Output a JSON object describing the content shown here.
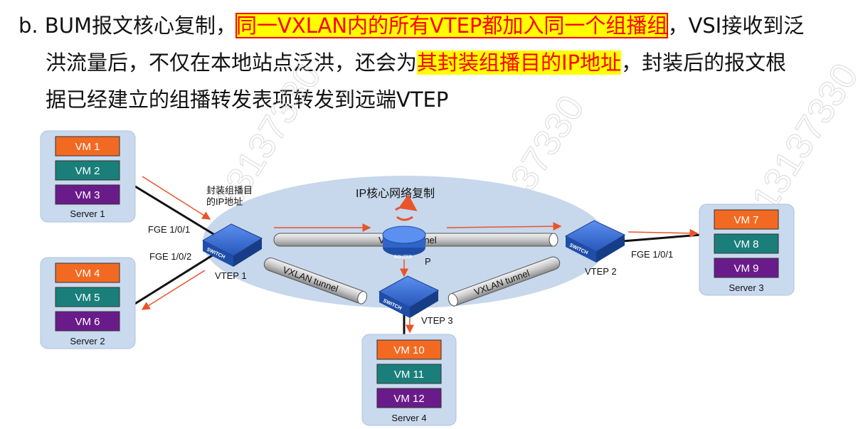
{
  "text": {
    "prefix": "b. BUM报文核心复制，",
    "hl1": "同一VXLAN内的所有VTEP都加入同一个组播组",
    "mid1": "，VSI接收到泛",
    "line2a": "洪流量后，不仅在本地站点泛洪，还会为",
    "hl2": "其封装组播目的IP地址",
    "line2b": "，封装后的报文根",
    "line3": "据已经建立的组播转发表项转发到远端VTEP"
  },
  "diagram": {
    "core_label": "IP核心网络复制",
    "encap_label_1": "封装组播目",
    "encap_label_2": "的IP地址",
    "router_text": "ROUTER",
    "router_node": "P",
    "tunnel_label": "VXLAN tunnel",
    "switch_text": "SWITCH",
    "ports": {
      "fge1": "FGE 1/0/1",
      "fge2": "FGE 1/0/2",
      "fge_v2": "FGE 1/0/1"
    },
    "vteps": {
      "v1": "VTEP 1",
      "v2": "VTEP 2",
      "v3": "VTEP 3"
    },
    "servers": [
      {
        "name": "Server 1",
        "vms": [
          "VM 1",
          "VM 2",
          "VM 3"
        ]
      },
      {
        "name": "Server 2",
        "vms": [
          "VM 4",
          "VM 5",
          "VM 6"
        ]
      },
      {
        "name": "Server 3",
        "vms": [
          "VM 7",
          "VM 8",
          "VM 9"
        ]
      },
      {
        "name": "Server 4",
        "vms": [
          "VM 10",
          "VM 11",
          "VM 12"
        ]
      }
    ],
    "watermark": "13137330"
  },
  "colors": {
    "highlight_bg": "#ffff00",
    "highlight_text": "#ff0000",
    "vm_orange": "#f26a21",
    "vm_teal": "#1a7f7a",
    "vm_purple": "#6a1b8a",
    "server_bg": "#c9d9ee",
    "core_bg": "#c7d7ec",
    "switch_blue": "#2f64c8",
    "arrow": "#e8542b"
  }
}
